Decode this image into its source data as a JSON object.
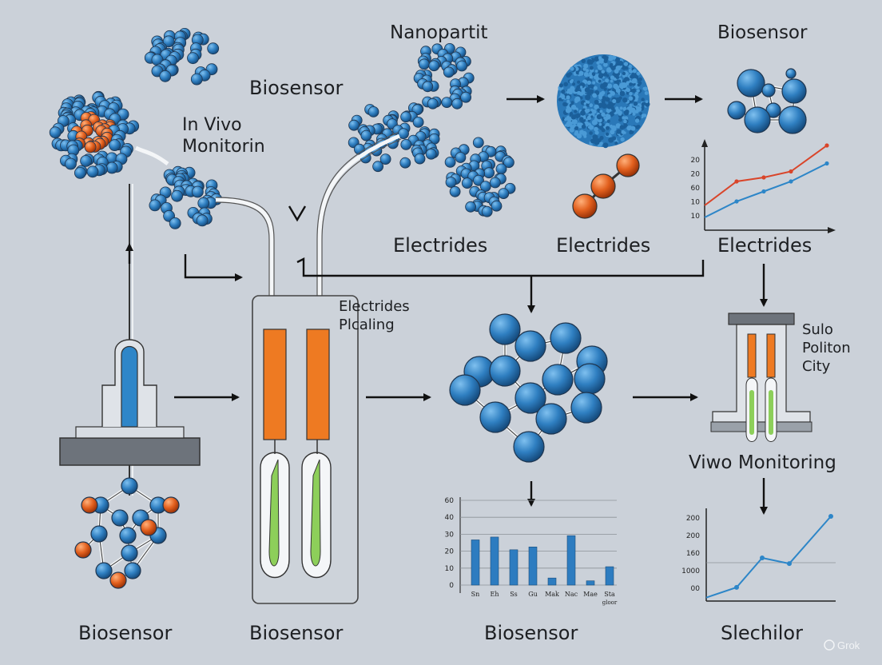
{
  "labels": {
    "biosensor_top_left": "Biosensor",
    "in_vivo_line1": "In Vivo",
    "in_vivo_line2": "Monitorin",
    "nanopartit": "Nanopartit",
    "biosensor_top_right": "Biosensor",
    "electrides_1": "Electrides",
    "electrides_2": "Electrides",
    "electrides_3": "Electrides",
    "electrides_plating_1": "Electrides",
    "electrides_plating_2": "Plcaling",
    "sulo_1": "Sulo",
    "sulo_2": "Politon",
    "sulo_3": "City",
    "viwo_monitoring": "Viwo Monitoring",
    "biosensor_bottom_1": "Biosensor",
    "biosensor_bottom_2": "Biosensor",
    "biosensor_bottom_3": "Biosensor",
    "slechilor": "Slechilor",
    "watermark": "Grok"
  },
  "colors": {
    "background": "#cbd1d9",
    "atom_blue": "#2f7fc1",
    "atom_orange": "#e2601e",
    "electrode_orange": "#ee7a22",
    "electrode_green": "#8dcf5a",
    "line_red": "#d9452a",
    "line_blue": "#2d86c8",
    "bar_blue": "#2d7cc0"
  },
  "chart_data": [
    {
      "type": "line",
      "y_tick_labels": [
        "20",
        "20",
        "60",
        "10",
        "10"
      ],
      "series": [
        {
          "color": "red",
          "values": [
            10,
            22,
            24,
            27,
            40
          ]
        },
        {
          "color": "blue",
          "values": [
            4,
            12,
            17,
            22,
            31
          ]
        }
      ]
    },
    {
      "type": "bar",
      "y_tick_labels": [
        "60",
        "40",
        "30",
        "20",
        "10",
        "0"
      ],
      "categories": [
        "Sn",
        "Eh",
        "Ss",
        "Gu",
        "Mak",
        "Nac",
        "Mae",
        "Sta"
      ],
      "extra_label": "gloor",
      "values": [
        32,
        34,
        25,
        27,
        5,
        35,
        3,
        13
      ]
    },
    {
      "type": "line",
      "y_tick_labels": [
        "200",
        "200",
        "160",
        "1000",
        "00"
      ],
      "series": [
        {
          "color": "blue",
          "values": [
            0.5,
            3.2,
            11,
            9.5,
            22
          ]
        }
      ]
    }
  ]
}
